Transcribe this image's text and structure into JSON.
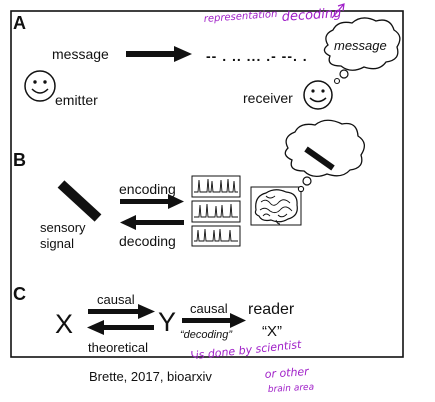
{
  "panels": {
    "a": {
      "letter": "A",
      "message": "message",
      "encoded_message": "-- . .. ... .- --. .",
      "cloud_message": "message",
      "emitter": "emitter",
      "receiver": "receiver"
    },
    "b": {
      "letter": "B",
      "sensory_line1": "sensory",
      "sensory_line2": "signal",
      "encoding": "encoding",
      "decoding": "decoding"
    },
    "c": {
      "letter": "C",
      "x": "X",
      "y": "Y",
      "causal_top": "causal",
      "theoretical": "theoretical",
      "causal_right": "causal",
      "decoding_quote": "“decoding”",
      "reader": "reader",
      "reader_x": "“X”"
    }
  },
  "annotations": {
    "representation": "representation",
    "decoding": "decoding",
    "note_line1": "is done by scientist",
    "note_line2": "or other",
    "note_line3": "brain area"
  },
  "caption": "Brette, 2017, bioarxiv",
  "colors": {
    "ink": "#a020c8",
    "line": "#111111"
  }
}
